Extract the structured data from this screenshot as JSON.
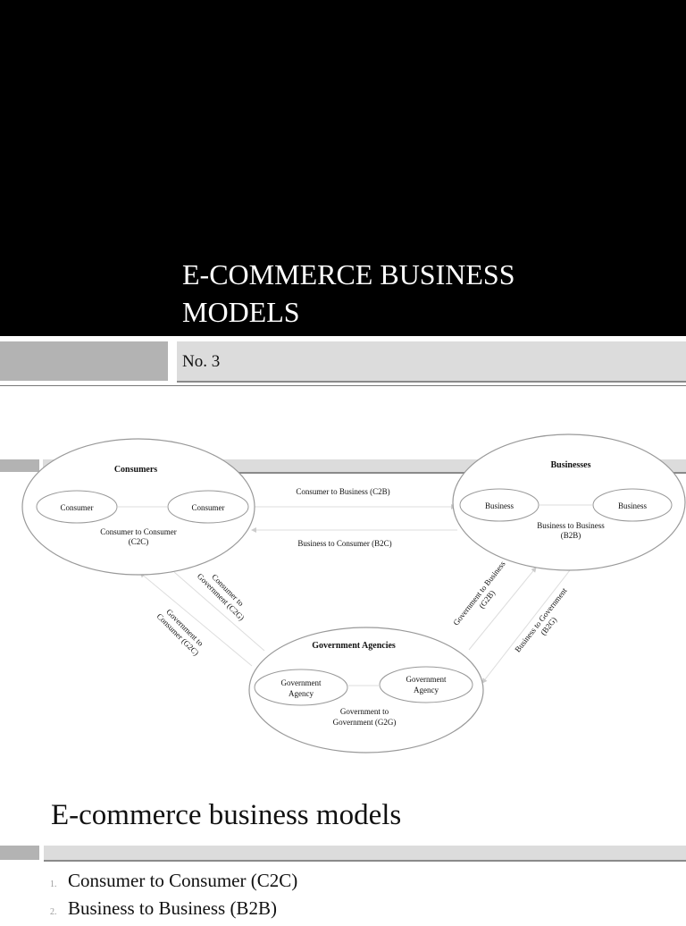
{
  "title_slide": {
    "title_line1": "E-COMMERCE BUSINESS",
    "title_line2": "MODELS",
    "subtitle": "No. 3"
  },
  "diagram": {
    "groups": {
      "consumers": {
        "title": "Consumers",
        "node_a": "Consumer",
        "node_b": "Consumer",
        "relation_line1": "Consumer to Consumer",
        "relation_line2": "(C2C)"
      },
      "businesses": {
        "title": "Businesses",
        "node_a": "Business",
        "node_b": "Business",
        "relation_line1": "Business to Business",
        "relation_line2": "(B2B)"
      },
      "government": {
        "title": "Government Agencies",
        "node_a_line1": "Government",
        "node_a_line2": "Agency",
        "node_b_line1": "Government",
        "node_b_line2": "Agency",
        "relation_line1": "Government to",
        "relation_line2": "Government (G2G)"
      }
    },
    "edges": {
      "c2b": "Consumer to Business (C2B)",
      "b2c": "Business to Consumer (B2C)",
      "c2g_line1": "Consumer to",
      "c2g_line2": "Government (C2G)",
      "g2c_line1": "Government to",
      "g2c_line2": "Consumer (G2C)",
      "g2b_line1": "Government to Business",
      "g2b_line2": "(G2B)",
      "b2g_line1": "Business to Government",
      "b2g_line2": "(B2G)"
    }
  },
  "content_slide": {
    "heading": "E-commerce business models",
    "items": [
      {
        "num": "1.",
        "label": "Consumer to Consumer (C2C)"
      },
      {
        "num": "2.",
        "label": "Business to Business (B2B)"
      }
    ]
  }
}
